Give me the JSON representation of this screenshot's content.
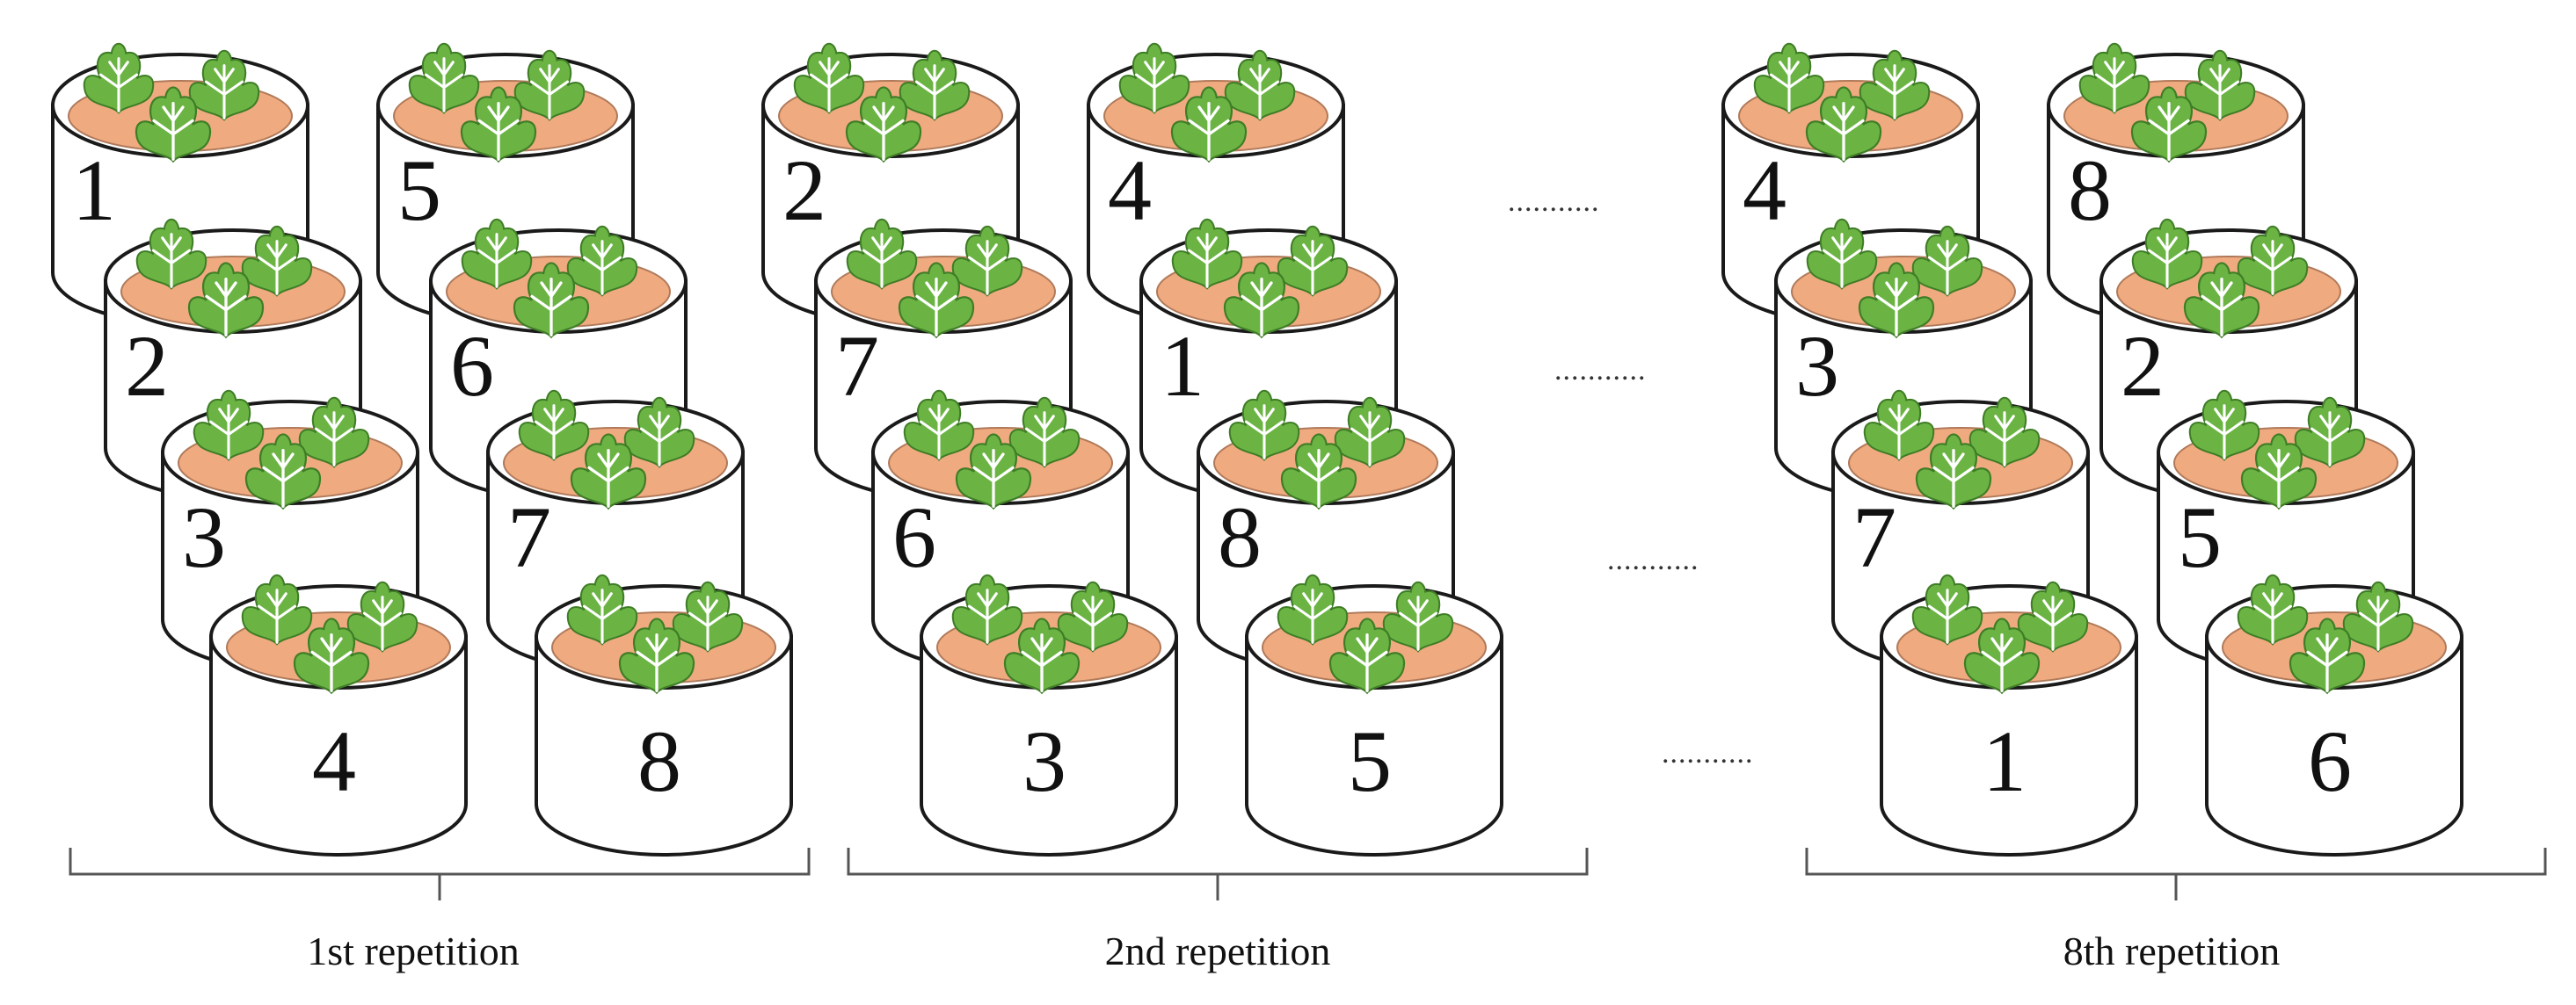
{
  "colors": {
    "soil": "#F0AA80",
    "leaf": "#6BB444",
    "leaf_vein": "#ffffff",
    "pot_fill": "#ffffff",
    "stroke": "#1a1a1a"
  },
  "leaf_icon": "three-lobed-leaf-icon",
  "ellipsis": "...........",
  "repetitions": [
    {
      "label": "1st repetition",
      "pots": [
        {
          "number": "1"
        },
        {
          "number": "5"
        },
        {
          "number": "2"
        },
        {
          "number": "6"
        },
        {
          "number": "3"
        },
        {
          "number": "7"
        },
        {
          "number": "4"
        },
        {
          "number": "8"
        }
      ]
    },
    {
      "label": "2nd repetition",
      "pots": [
        {
          "number": "2"
        },
        {
          "number": "4"
        },
        {
          "number": "7"
        },
        {
          "number": "1"
        },
        {
          "number": "6"
        },
        {
          "number": "8"
        },
        {
          "number": "3"
        },
        {
          "number": "5"
        }
      ]
    },
    {
      "label": "8th repetition",
      "pots": [
        {
          "number": "4"
        },
        {
          "number": "8"
        },
        {
          "number": "3"
        },
        {
          "number": "2"
        },
        {
          "number": "7"
        },
        {
          "number": "5"
        },
        {
          "number": "1"
        },
        {
          "number": "6"
        }
      ]
    }
  ]
}
